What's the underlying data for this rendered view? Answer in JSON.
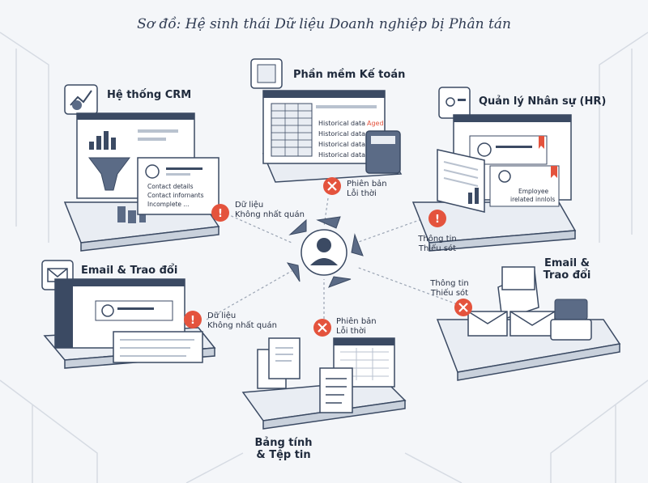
{
  "title": "Sơ đồ: Hệ sinh thái Dữ liệu Doanh nghiệp bị Phân tán",
  "nodes": {
    "crm": {
      "label": "Hệ thống CRM",
      "card": [
        "Contact details",
        "Contact infornants",
        "Incomplete ..."
      ]
    },
    "accounting": {
      "label": "Phần mềm Kế toán",
      "rows": [
        "Historical data",
        "Historical data",
        "Historical data",
        "Historical data"
      ],
      "tag": "Aged"
    },
    "hr": {
      "label": "Quản lý Nhân sự (HR)",
      "card": [
        "Employee",
        "irelated innlols"
      ]
    },
    "email_left": {
      "label": "Email & Trao đổi"
    },
    "email_right": {
      "label_line1": "Email &",
      "label_line2": "Trao đổi"
    },
    "sheets": {
      "label_line1": "Bảng tính",
      "label_line2": "& Tệp tin"
    }
  },
  "issues": {
    "crm": {
      "line1": "Dữ liệu",
      "line2": "Không nhất quán"
    },
    "accounting": {
      "line1": "Phiên bản",
      "line2": "Lỗi thời"
    },
    "hr": {
      "line1": "Thông tin",
      "line2": "Thiếu sót"
    },
    "email_left": {
      "line1": "Dữ liệu",
      "line2": "Không nhất quán"
    },
    "sheets": {
      "line1": "Phiên bản",
      "line2": "Lỗi thời"
    },
    "email_right": {
      "line1": "Thông tin",
      "line2": "Thiếu sót"
    }
  },
  "colors": {
    "alert": "#e4533d",
    "navy": "#3b4a63",
    "platform": "#e9edf3",
    "line": "#8c97a8"
  },
  "icons": [
    "crm-chart-icon",
    "calculator-icon",
    "id-badge-icon",
    "envelope-icon",
    "user-hub-icon",
    "warning-icon",
    "error-x-icon"
  ]
}
